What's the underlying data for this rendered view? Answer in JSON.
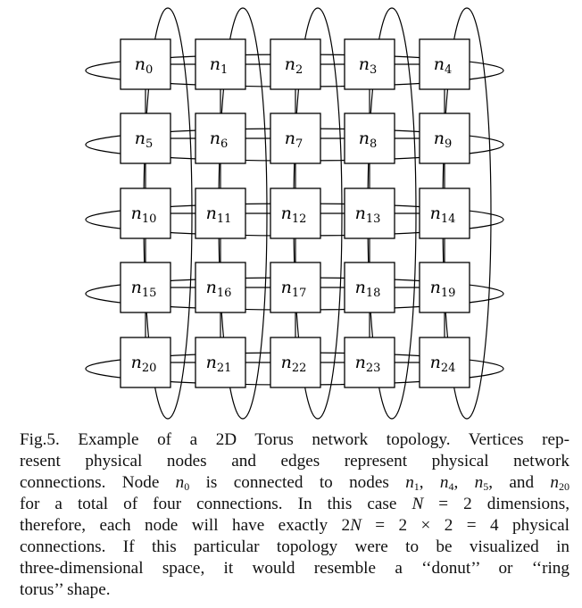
{
  "diagram": {
    "type": "2d-torus-grid",
    "rows": 5,
    "cols": 5,
    "nodes": [
      {
        "var": "n",
        "sub": "0"
      },
      {
        "var": "n",
        "sub": "1"
      },
      {
        "var": "n",
        "sub": "2"
      },
      {
        "var": "n",
        "sub": "3"
      },
      {
        "var": "n",
        "sub": "4"
      },
      {
        "var": "n",
        "sub": "5"
      },
      {
        "var": "n",
        "sub": "6"
      },
      {
        "var": "n",
        "sub": "7"
      },
      {
        "var": "n",
        "sub": "8"
      },
      {
        "var": "n",
        "sub": "9"
      },
      {
        "var": "n",
        "sub": "10"
      },
      {
        "var": "n",
        "sub": "11"
      },
      {
        "var": "n",
        "sub": "12"
      },
      {
        "var": "n",
        "sub": "13"
      },
      {
        "var": "n",
        "sub": "14"
      },
      {
        "var": "n",
        "sub": "15"
      },
      {
        "var": "n",
        "sub": "16"
      },
      {
        "var": "n",
        "sub": "17"
      },
      {
        "var": "n",
        "sub": "18"
      },
      {
        "var": "n",
        "sub": "19"
      },
      {
        "var": "n",
        "sub": "20"
      },
      {
        "var": "n",
        "sub": "21"
      },
      {
        "var": "n",
        "sub": "22"
      },
      {
        "var": "n",
        "sub": "23"
      },
      {
        "var": "n",
        "sub": "24"
      }
    ],
    "stroke_color": "#000000"
  },
  "caption": {
    "lines": [
      {
        "text": "Fig.5.  Example of a 2D Torus network topology. Vertices rep-"
      },
      {
        "text": "resent physical nodes and edges represent physical network"
      },
      {
        "a": "connections. Node ",
        "v1": "n",
        "s1": "0",
        "b": " is connected to nodes ",
        "v2": "n",
        "s2": "1",
        "c": ", ",
        "v3": "n",
        "s3": "4",
        "d": ", ",
        "v4": "n",
        "s4": "5",
        "e": ", and ",
        "v5": "n",
        "s5": "20"
      },
      {
        "a": "for a total of four connections. In this case ",
        "v1": "N",
        "b": " = 2 dimensions,"
      },
      {
        "a": "therefore, each node will have exactly 2",
        "v1": "N",
        "b": " = 2 × 2 = 4 physical"
      },
      {
        "text": "connections. If this particular topology were to be visualized in"
      },
      {
        "text": "three-dimensional space, it would resemble a ‘‘donut’’ or ‘‘ring"
      },
      {
        "text": "torus’’ shape."
      }
    ]
  }
}
